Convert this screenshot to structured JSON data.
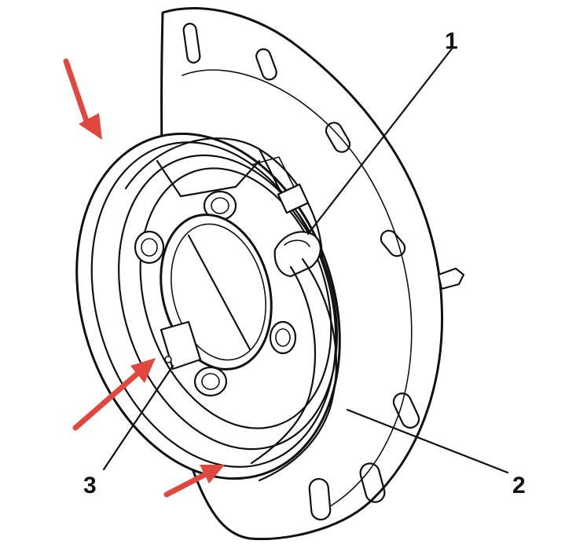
{
  "callouts": [
    {
      "id": "1",
      "label": "1"
    },
    {
      "id": "2",
      "label": "2"
    },
    {
      "id": "3",
      "label": "3"
    }
  ],
  "colors": {
    "line": "#111111",
    "arrow": "#e0483f",
    "background": "#ffffff"
  }
}
